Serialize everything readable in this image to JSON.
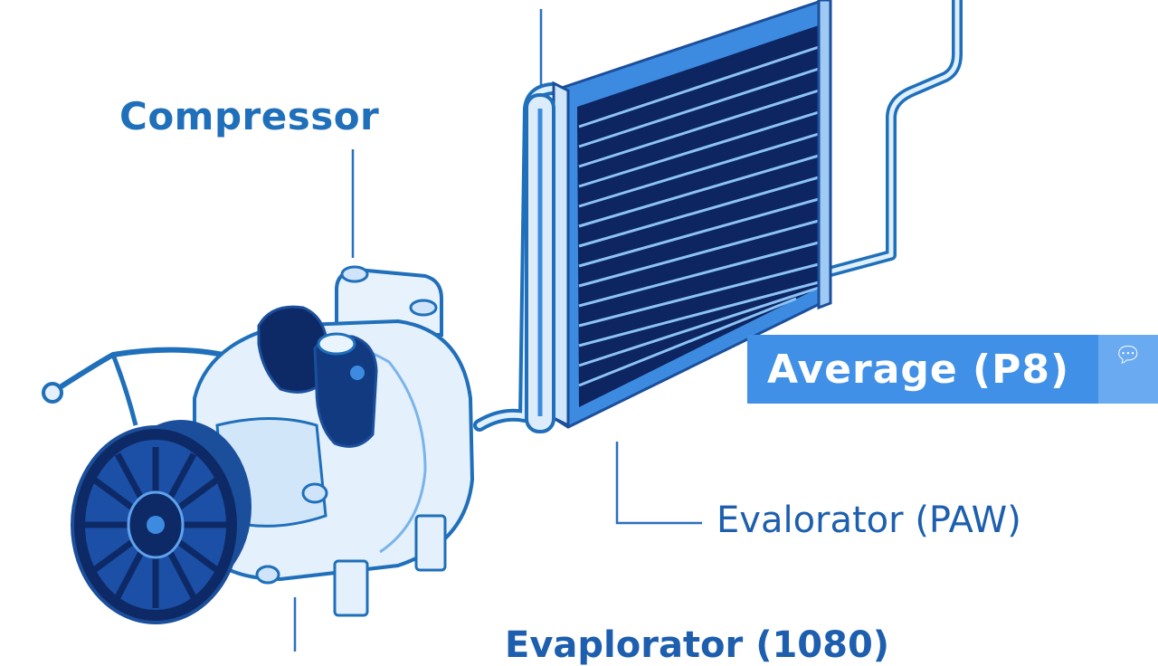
{
  "labels": {
    "compressor": "Compressor",
    "evaporator": "Evalorator (PAW)",
    "bottom": "Evaplorator (1080)"
  },
  "badge": {
    "text": "Average (P8)",
    "icon": "speech-bubble-icon",
    "color": "#3f90e6"
  },
  "colors": {
    "line": "#1f6fba",
    "dark_blue": "#0e2a66",
    "light_blue": "#8cc3f5",
    "pale": "#e4f0fc"
  }
}
